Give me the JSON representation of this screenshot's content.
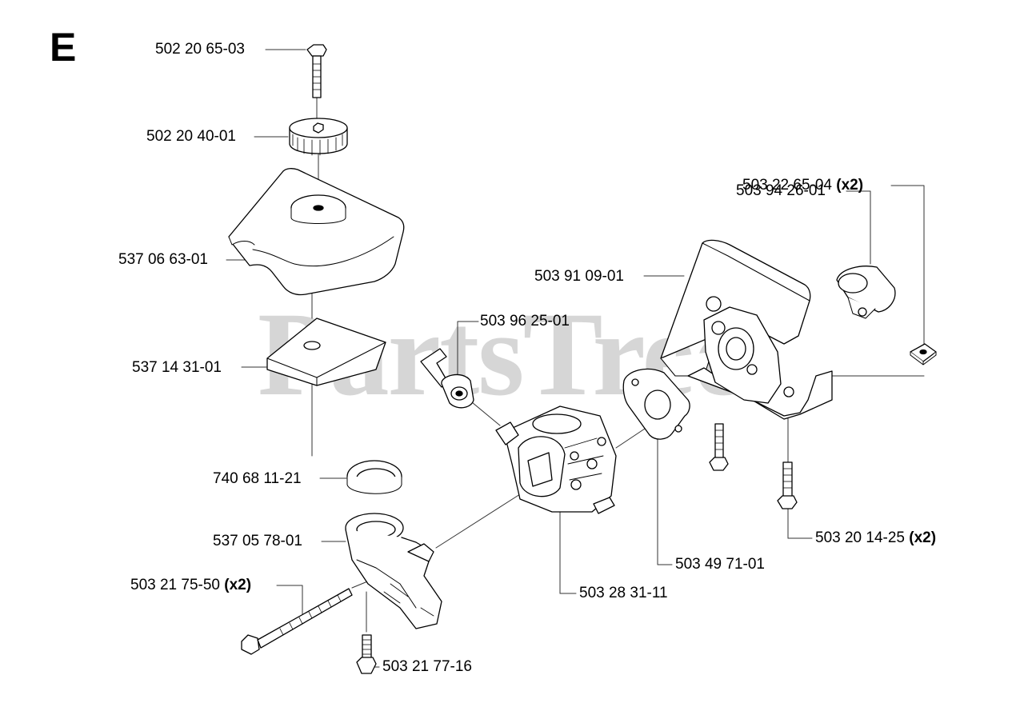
{
  "section_letter": "E",
  "watermark": "PartsTree",
  "watermark_tm": "™",
  "parts": [
    {
      "number": "502 20 65-03",
      "qty": ""
    },
    {
      "number": "502 20 40-01",
      "qty": ""
    },
    {
      "number": "537 06 63-01",
      "qty": ""
    },
    {
      "number": "537 14 31-01",
      "qty": ""
    },
    {
      "number": "740 68 11-21",
      "qty": ""
    },
    {
      "number": "537 05 78-01",
      "qty": ""
    },
    {
      "number": "503 21 75-50",
      "qty": "(x2)"
    },
    {
      "number": "503 21 77-16",
      "qty": ""
    },
    {
      "number": "503 96 25-01",
      "qty": ""
    },
    {
      "number": "503 28 31-11",
      "qty": ""
    },
    {
      "number": "503 49 71-01",
      "qty": ""
    },
    {
      "number": "503 91 09-01",
      "qty": ""
    },
    {
      "number": "503 94 26-01",
      "qty": ""
    },
    {
      "number": "503 22 65-04",
      "qty": "(x2)"
    },
    {
      "number": "503 20 14-25",
      "qty": "(x2)"
    }
  ]
}
